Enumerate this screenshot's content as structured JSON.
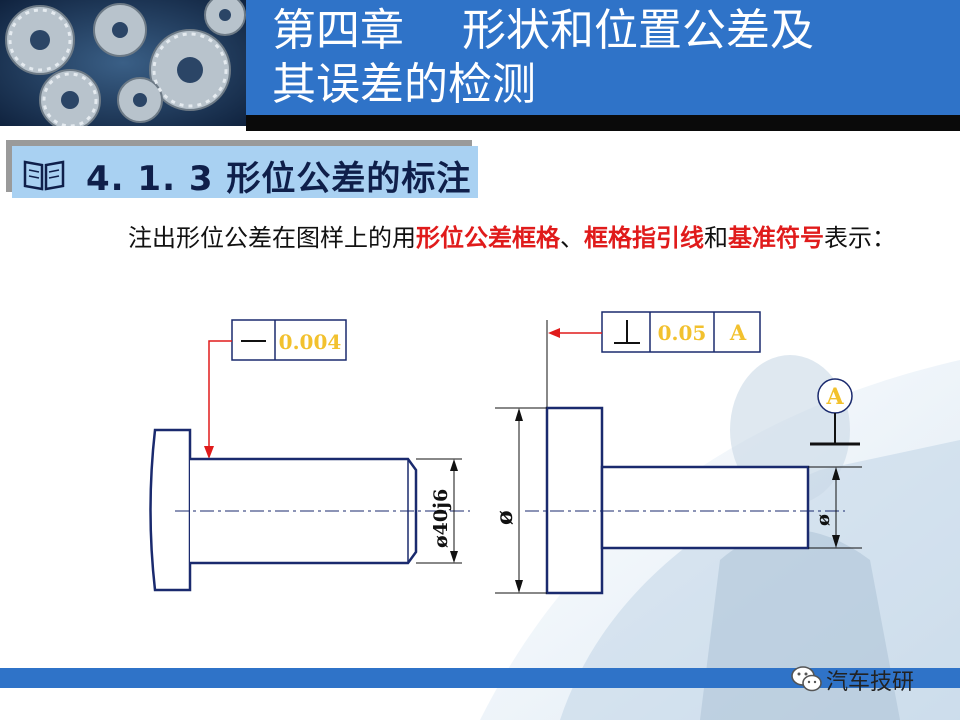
{
  "header": {
    "title_line1": "第四章　 形状和位置公差及",
    "title_line2": "其误差的检测"
  },
  "section": {
    "heading": "4. 1. 3  形位公差的标注"
  },
  "paragraph": {
    "p1": "注出形位公差在图样上的用",
    "hl1": "形位公差框格",
    "p2": "、",
    "hl2": "框格指引线",
    "p3": "和",
    "hl3": "基准符号",
    "p4": "表示："
  },
  "drawing_left": {
    "tolerance_value": "0.004",
    "diameter_label": "ø40j6"
  },
  "drawing_right": {
    "tolerance_value": "0.05",
    "datum_ref": "A",
    "datum_symbol": "A",
    "diameter_large": "ø",
    "diameter_small": "ø"
  },
  "footer": {
    "brand": "汽车技研"
  },
  "colors": {
    "blue_band": "#2f73c8",
    "leader_red": "#e01b1b",
    "value_yellow": "#f2c12e",
    "outline_navy": "#1a2a6e"
  }
}
